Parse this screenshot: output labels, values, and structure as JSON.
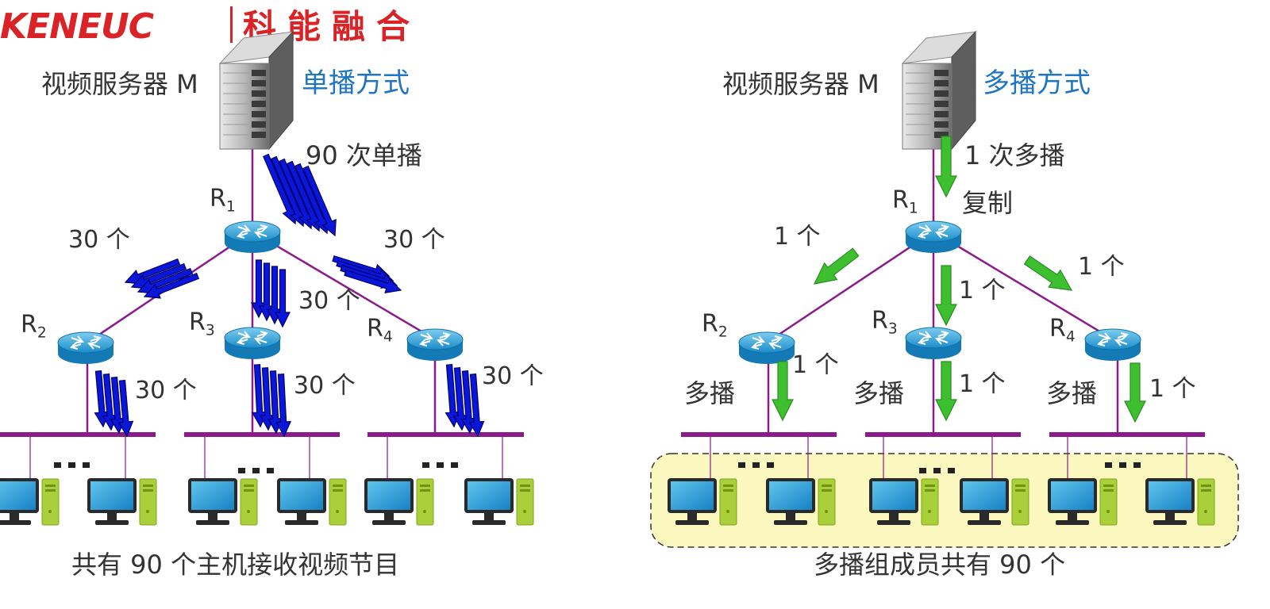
{
  "logo": {
    "latin": "KENEUC",
    "chinese": "科能融合"
  },
  "left": {
    "server_label": "视频服务器 M",
    "mode": "单播方式",
    "top_note": "90 次单播",
    "routers": [
      "R",
      "R",
      "R",
      "R"
    ],
    "router_subs": [
      "1",
      "2",
      "3",
      "4"
    ],
    "count_label": "30 个",
    "caption": "共有 90 个主机接收视频节目"
  },
  "right": {
    "server_label": "视频服务器 M",
    "mode": "多播方式",
    "top_note": "1 次多播",
    "copy_label": "复制",
    "routers": [
      "R",
      "R",
      "R",
      "R"
    ],
    "router_subs": [
      "1",
      "2",
      "3",
      "4"
    ],
    "count_label": "1 个",
    "lan_label": "多播",
    "caption": "多播组成员共有 90 个"
  },
  "ellipsis": "...",
  "colors": {
    "link": "#8b1a8b",
    "unicast_arrow": "#0a16d8",
    "multicast_arrow": "#3dbf2f",
    "group_fill": "#fbf8bf",
    "brand": "#d92327"
  }
}
